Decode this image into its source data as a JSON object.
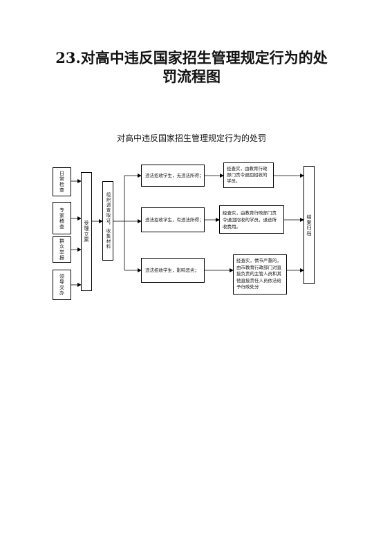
{
  "document": {
    "title_line1": "23.对高中违反国家招生管理规定行为的处",
    "title_line2": "罚流程图",
    "diagram_title": "对高中违反国家招生管理规定行为的处罚"
  },
  "flowchart": {
    "sources": [
      "日常检查",
      "专家稽查",
      "群众举报",
      "领导交办"
    ],
    "accept": "受理立案",
    "investigate": "组织调查取证，收集材料",
    "violations": [
      "违法招收学生，无违法所得；",
      "违法招收学生，有违法所得；",
      "违法招收学生，影响恶劣；"
    ],
    "results": [
      "经查实，由教育行政部门责令退回招收的学员。",
      "经查实，由教育行政部门责令退回招收的学员，退还所收费用。",
      "经查实，情节严重的，由市教育行政部门对直接负责的主管人员和其他直接责任人员依法给予行政处分"
    ],
    "close": "结案归档"
  }
}
